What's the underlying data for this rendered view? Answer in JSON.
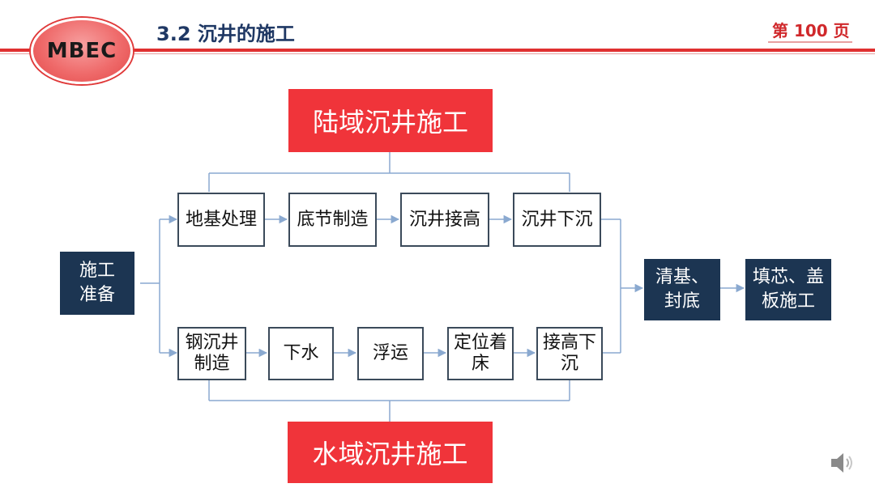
{
  "header": {
    "logo_text": "MBEC",
    "title": "3.2 沉井的施工",
    "page_label": "第 100 页"
  },
  "diagram": {
    "land_banner": "陆域沉井施工",
    "water_banner": "水域沉井施工",
    "start_node": "施工\n准备",
    "land_steps": [
      "地基处理",
      "底节制造",
      "沉井接高",
      "沉井下沉"
    ],
    "water_steps": [
      "钢沉井\n制造",
      "下水",
      "浮运",
      "定位着\n床",
      "接高下\n沉"
    ],
    "end_steps": [
      "清基、\n封底",
      "填芯、盖\n板施工"
    ]
  },
  "colors": {
    "brand_red": "#f0343a",
    "title_blue": "#1f3864",
    "dark_box": "#1c3552",
    "connector": "#8aa9d0"
  },
  "icons": {
    "speaker": "speaker-icon"
  }
}
